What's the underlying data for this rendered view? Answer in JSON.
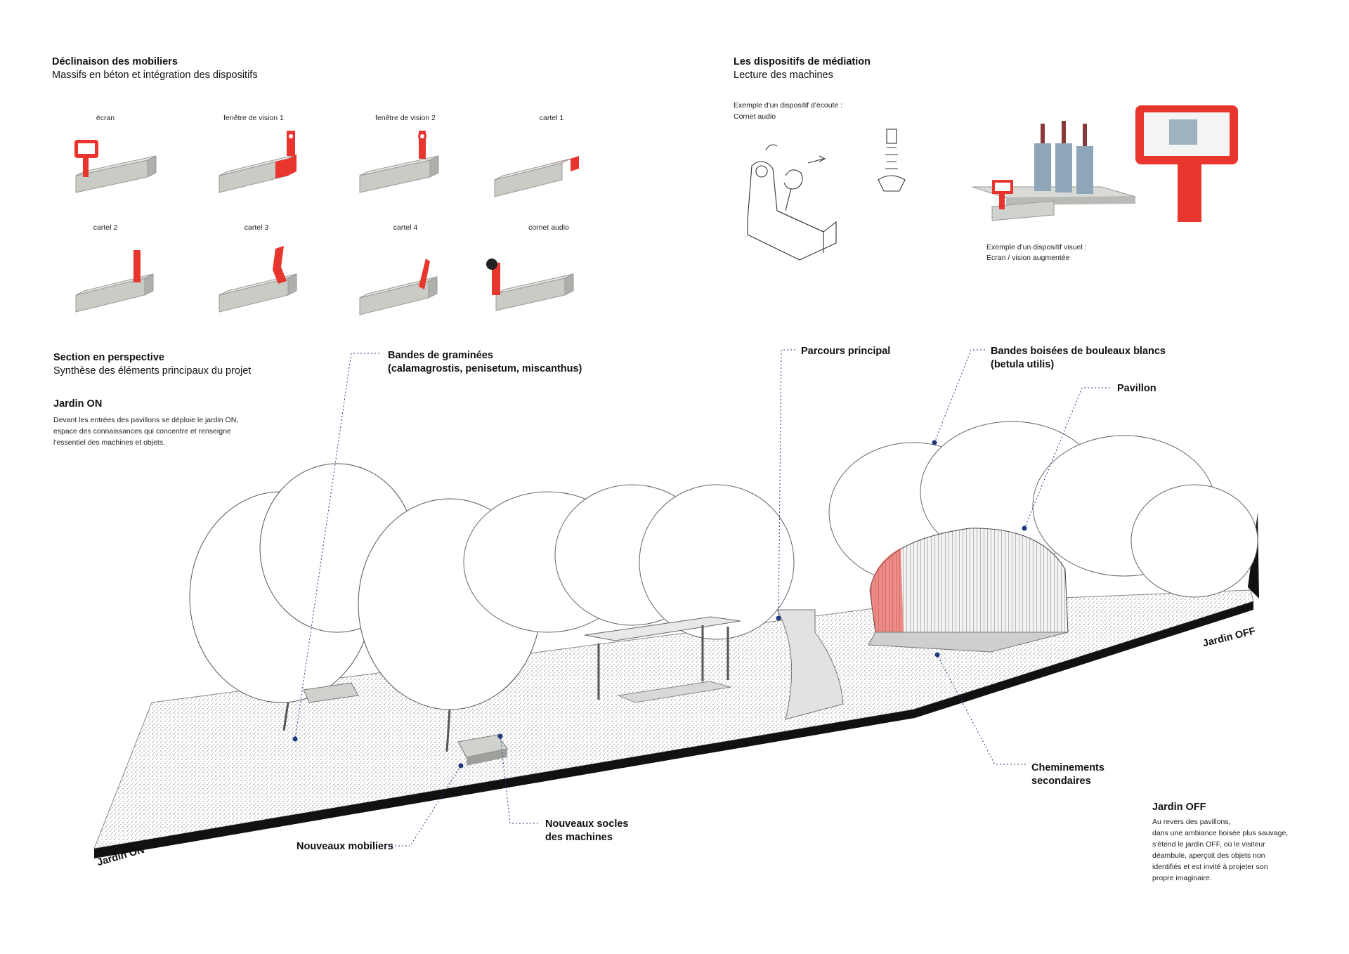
{
  "mobiliers": {
    "title": "Déclinaison des mobiliers",
    "subtitle": "Massifs en béton et intégration des dispositifs",
    "items": [
      {
        "label": "écran"
      },
      {
        "label": "fenêtre de vision 1"
      },
      {
        "label": "fenêtre de vision 2"
      },
      {
        "label": "cartel 1"
      },
      {
        "label": "cartel 2"
      },
      {
        "label": "cartel 3"
      },
      {
        "label": "cartel 4"
      },
      {
        "label": "cornet audio"
      }
    ]
  },
  "mediation": {
    "title": "Les dispositifs de médiation",
    "subtitle": "Lecture des machines",
    "audio_line1": "Exemple d'un dispositif d'écoute :",
    "audio_line2": "Cornet audio",
    "visual_line1": "Exemple d'un dispositif visuel :",
    "visual_line2": "Écran / vision augmentée"
  },
  "section": {
    "title": "Section en perspective",
    "subtitle": "Synthèse des éléments principaux du projet",
    "jardin_on_title": "Jardin ON",
    "jardin_on_text": [
      "Devant les entrées des pavillons se déploie le jardin ON,",
      "espace des connaissances qui concentre et renseigne",
      "l'essentiel des machines et objets."
    ],
    "jardin_off_title": "Jardin OFF",
    "jardin_off_text": [
      "Au revers des pavillons,",
      "dans une ambiance boisée plus sauvage,",
      "s'étend le jardin OFF, où le visiteur",
      "déambule, aperçoit des objets non",
      "identifiés et est invité à projeter son",
      "propre imaginaire."
    ],
    "edge_on": "Jardin ON",
    "edge_off": "Jardin OFF"
  },
  "callouts": {
    "graminees_1": "Bandes de graminées",
    "graminees_2": "(calamagrostis, penisetum, miscanthus)",
    "parcours": "Parcours principal",
    "bouleaux_1": "Bandes boisées de bouleaux blancs",
    "bouleaux_2": "(betula utilis)",
    "pavillon": "Pavillon",
    "cheminements_1": "Cheminements",
    "cheminements_2": "secondaires",
    "socles_1": "Nouveaux socles",
    "socles_2": "des machines",
    "mobiliers": "Nouveaux mobiliers"
  },
  "colors": {
    "accent_red": "#e8362e",
    "dot_blue": "#1f3a7a",
    "concrete": "#c9ccc5"
  }
}
